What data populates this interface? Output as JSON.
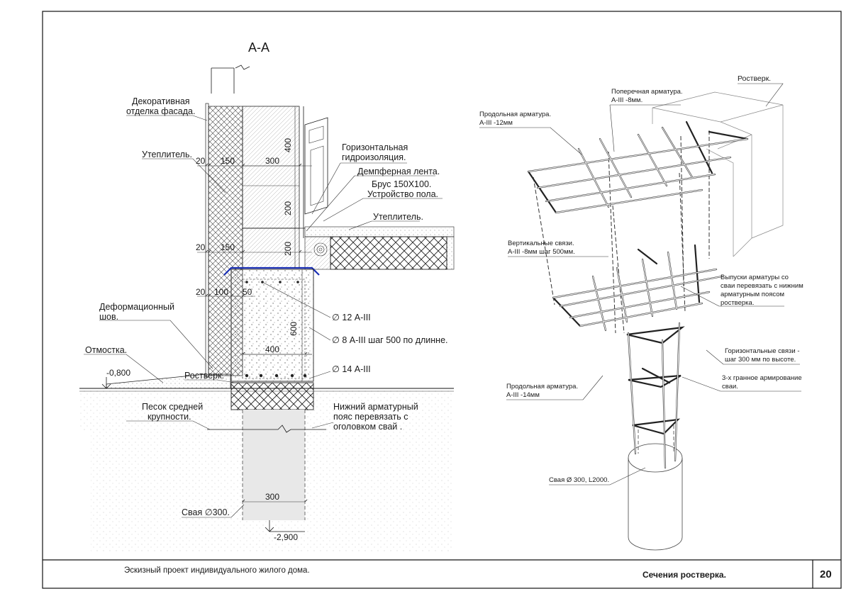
{
  "section": {
    "title": "А-А",
    "labels": {
      "facade": [
        "Декоративная",
        "отделка фасада."
      ],
      "insulation_wall": "Утеплитель.",
      "waterproofing": [
        "Горизонтальная",
        "гидроизоляция."
      ],
      "damper": "Демпферная лента.",
      "beam": "Брус 150Х100.",
      "floor": "Устройство пола.",
      "insulation_floor": "Утеплитель.",
      "joint": [
        "Деформационный",
        "шов."
      ],
      "blind_area": "Отмостка.",
      "grillage": "Ростверк.",
      "sand": [
        "Песок средней",
        "крупности."
      ],
      "lower_belt": [
        "Нижний арматурный",
        "пояс перевязать с",
        "оголовком свай ."
      ],
      "pile": "Свая ∅300.",
      "rebar_12": "∅ 12 А-III",
      "rebar_8": "∅ 8 А-III шаг 500 по длинне.",
      "rebar_14": "∅ 14 А-III"
    },
    "dims": {
      "d20a": "20",
      "d150a": "150",
      "d300a": "300",
      "d400a": "400",
      "d200a": "200",
      "d20b": "20",
      "d150b": "150",
      "d200b": "200",
      "d20c": "20",
      "d100": "100",
      "d50": "50",
      "d600": "600",
      "d400b": "400",
      "d300b": "300"
    },
    "levels": {
      "ground": "-0,800",
      "pile_tip": "-2,900"
    }
  },
  "axonometric": {
    "labels": {
      "grillage": "Ростверк.",
      "transverse": [
        "Поперечная арматура.",
        "А-III -8мм."
      ],
      "longitudinal_top": [
        "Продольная арматура.",
        "А-III -12мм"
      ],
      "vertical": [
        "Вертикальные связи.",
        "А-III -8мм шаг 500мм."
      ],
      "outlets": [
        "Выпуски арматуры со",
        "сваи перевязать с нижним",
        "арматурным поясом",
        "ростверка."
      ],
      "horizontal": [
        "Горизонтальные связи -",
        "шаг 300 мм по высоте."
      ],
      "triangular": [
        "3-х гранное армирование",
        "сваи."
      ],
      "longitudinal_bottom": [
        "Продольная арматура.",
        "А-III -14мм"
      ],
      "pile": "Свая Ø 300, L2000."
    }
  },
  "title_block": {
    "project": "Эскизный проект индивидуального жилого дома.",
    "sheet_name": "Сечения ростверка.",
    "sheet_number": "20"
  }
}
